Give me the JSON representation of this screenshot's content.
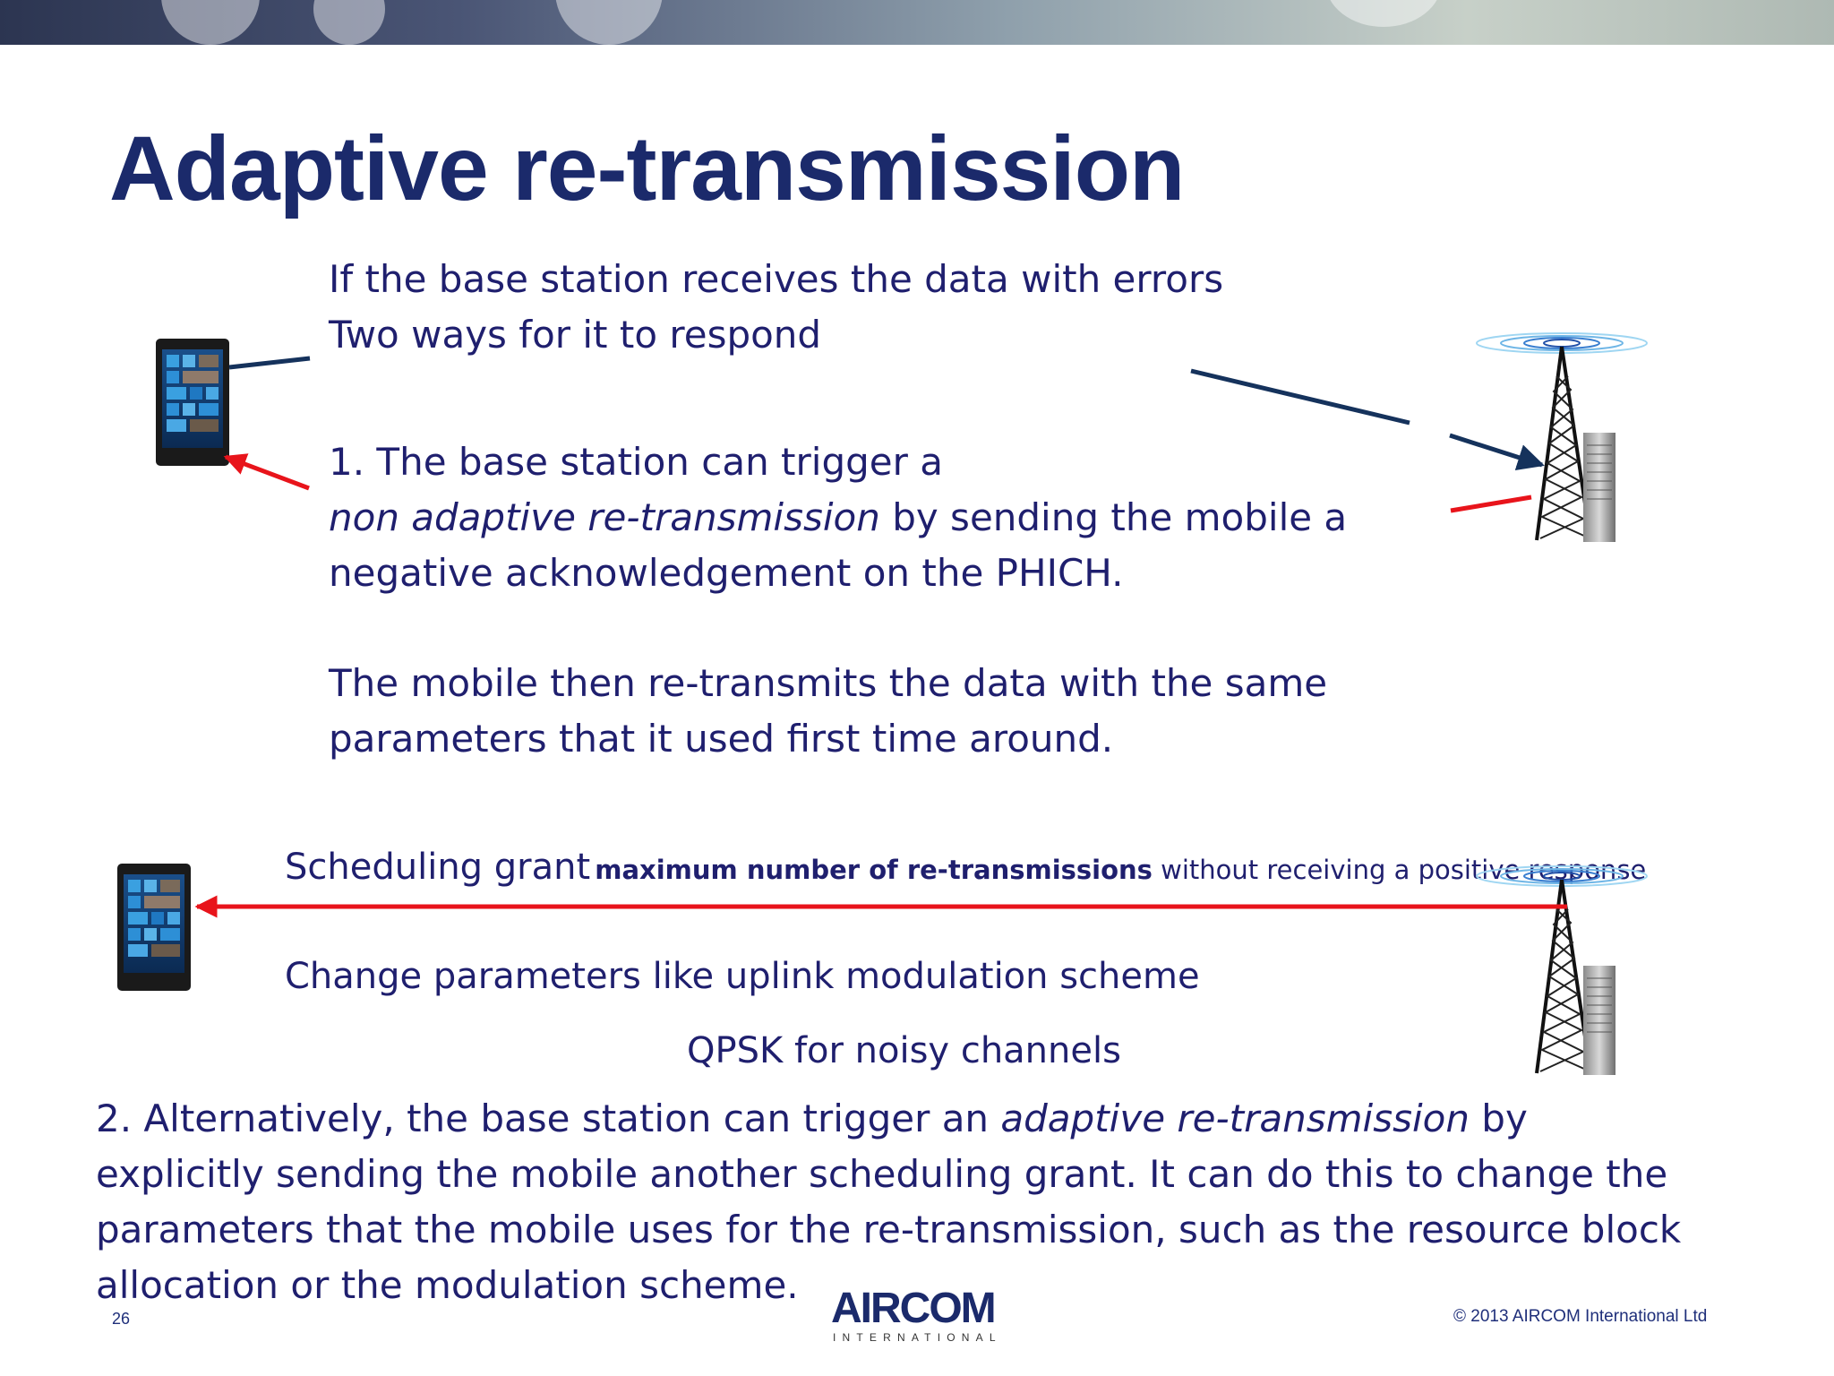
{
  "slide": {
    "title": "Adaptive re-transmission",
    "intro": {
      "line1": "If the base station receives the data with errors",
      "line2": "Two ways for it to respond"
    },
    "option1": {
      "line1": "1. The base station can trigger a",
      "line2_italic": "non adaptive re-transmission",
      "line2_rest": " by sending the mobile a",
      "line3": "negative acknowledgement on the PHICH.",
      "line4": "The mobile then re-transmits the data with the same",
      "line5": "parameters that it used first time around."
    },
    "grant": {
      "label": "Scheduling grant",
      "bold_note": "maximum number of re-transmissions",
      "note_rest": " without receiving a positive response"
    },
    "change": {
      "line1": "Change parameters like uplink modulation scheme",
      "line2": "QPSK for noisy channels"
    },
    "option2": {
      "line1_pre": "2. Alternatively, the base station can trigger an ",
      "line1_italic": "adaptive re-transmission",
      "line1_post": " by",
      "line2": "explicitly sending the mobile another scheduling grant. It can do this to change the",
      "line3": "parameters that the mobile uses for the re-transmission, such as the resource block",
      "line4": "allocation or the modulation scheme."
    },
    "footer": {
      "page_number": "26",
      "copyright": "© 2013 AIRCOM International Ltd",
      "logo_main": "AIRCOM",
      "logo_sub": "INTERNATIONAL"
    },
    "colors": {
      "title": "#1b2a6b",
      "text": "#1f1f6e",
      "uplink_arrow": "#15325c",
      "downlink_arrow": "#e8141b"
    },
    "icons": [
      "mobile-phone-icon",
      "base-station-tower-icon",
      "server-cabinet-icon"
    ]
  }
}
